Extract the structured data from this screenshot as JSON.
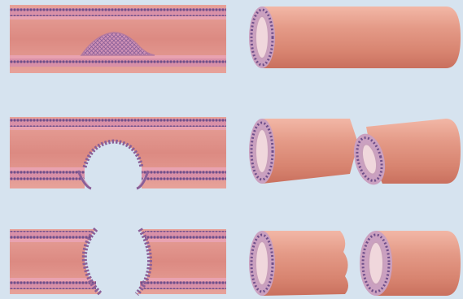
{
  "figure": {
    "background": "#d6e3ef",
    "panels": [
      {
        "row": 1,
        "view": "longitudinal-section",
        "state": "intact wall with small raised lesion (bulge) on inner lower wall"
      },
      {
        "row": 1,
        "view": "external-tube",
        "state": "intact vessel"
      },
      {
        "row": 2,
        "view": "longitudinal-section",
        "state": "lower wall ruptured, rounded opening"
      },
      {
        "row": 2,
        "view": "external-tube",
        "state": "partial tear, vessel partially severed"
      },
      {
        "row": 3,
        "view": "longitudinal-section",
        "state": "complete transection, vessel ends separated"
      },
      {
        "row": 3,
        "view": "external-tube",
        "state": "complete transection, two separated ends"
      }
    ],
    "colors": {
      "vessel_outer": "#e8a08f",
      "vessel_inner": "#d8887a",
      "wall_dots": "#7a5a8e",
      "wall_pink": "#e9a2b0",
      "end_ring": "#caa0c0"
    }
  }
}
